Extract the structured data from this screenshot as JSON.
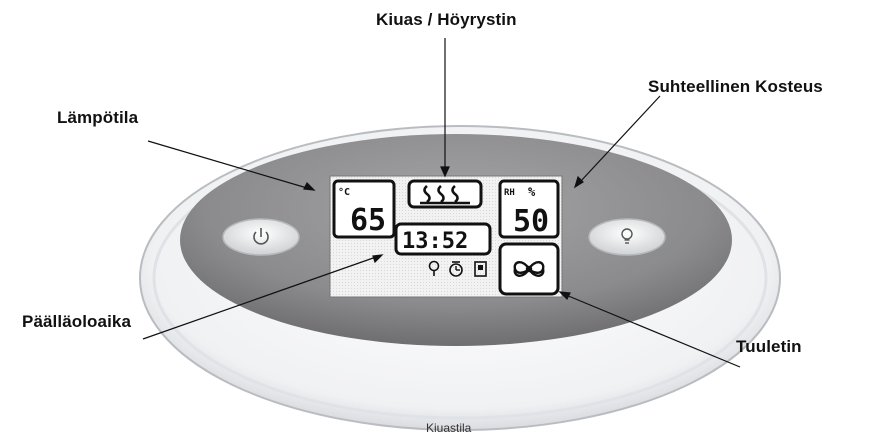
{
  "labels": {
    "heater": "Kiuas / Höyrystin",
    "temperature": "Lämpötila",
    "humidity": "Suhteellinen Kosteus",
    "on_time": "Päälläoloaika",
    "fan": "Tuuletin"
  },
  "caption": "Kiuastila",
  "display": {
    "temp_unit": "°C",
    "temp_value": "65",
    "humidity_unit": "RH",
    "humidity_percent": "%",
    "humidity_value": "50",
    "time_value": "13:52"
  },
  "icons": {
    "power_button": "power-icon",
    "light_button": "light-bulb-icon",
    "heater": "steam-wave-icon",
    "fan": "fan-icon",
    "status_row": [
      "light-bulb-icon",
      "timer-icon",
      "door-icon"
    ]
  }
}
